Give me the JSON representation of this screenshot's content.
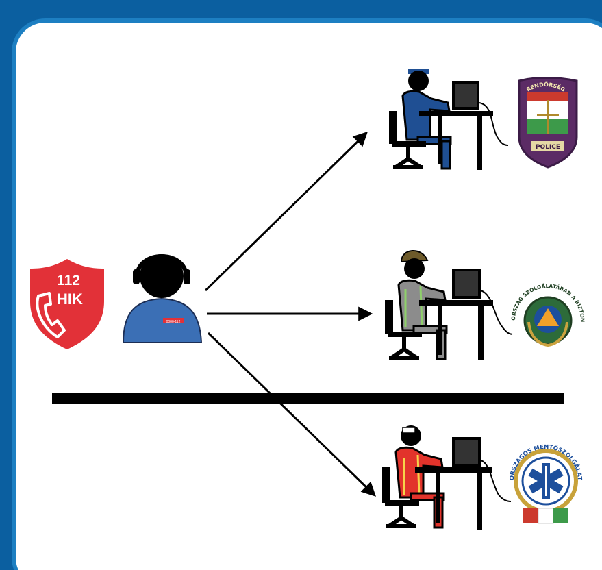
{
  "colors": {
    "outer_frame": "#0b5fa0",
    "panel": "#ffffff",
    "panel_border": "#1d7fc2",
    "hik_red": "#e23138",
    "dispatcher_shirt": "#3b6fb5",
    "police_uniform": "#1f4f93",
    "disaster_uniform": "#8c8c8c",
    "disaster_stripe": "#8ed06a",
    "ambulance_uniform": "#e2332b",
    "ambulance_stripe": "#f6d34a",
    "divider": "#000000"
  },
  "hik": {
    "number": "112",
    "label": "HIK",
    "icon": "phone-handset-icon"
  },
  "dispatcher": {
    "badge_text": "0000-112",
    "icon": "dispatcher-headset-icon"
  },
  "agencies": [
    {
      "id": "police",
      "icon": "police-officer-at-computer-icon",
      "emblem_icon": "police-crest-icon",
      "emblem_top": "RENDŐRSÉG",
      "emblem_bottom": "POLICE"
    },
    {
      "id": "disaster",
      "icon": "firefighter-at-computer-icon",
      "emblem_icon": "disaster-management-emblem-icon",
      "emblem_ring": "MAGYARORSZÁG SZOLGÁLATÁBAN A BIZTONSÁGÉRT"
    },
    {
      "id": "ambulance",
      "icon": "paramedic-at-computer-icon",
      "emblem_icon": "ambulance-star-of-life-icon",
      "emblem_ring": "ORSZÁGOS MENTŐSZOLGÁLAT"
    }
  ]
}
